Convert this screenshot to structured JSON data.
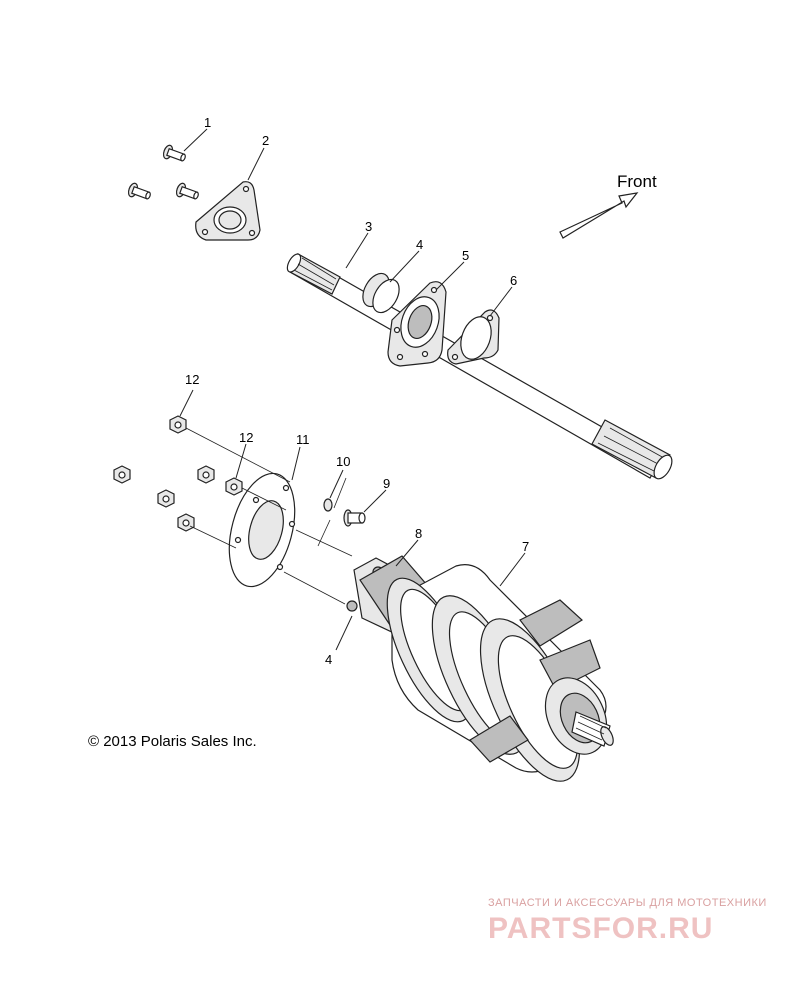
{
  "diagram": {
    "direction_label": "Front",
    "copyright": "© 2013 Polaris Sales Inc.",
    "callouts": [
      "1",
      "2",
      "3",
      "4",
      "5",
      "6",
      "12",
      "12",
      "11",
      "10",
      "9",
      "8",
      "7",
      "4"
    ]
  },
  "watermark": {
    "tagline": "ЗАПЧАСТИ И АКСЕССУАРЫ ДЛЯ МОТОТЕХНИКИ",
    "logo_text": "PARTSFOR.RU"
  }
}
